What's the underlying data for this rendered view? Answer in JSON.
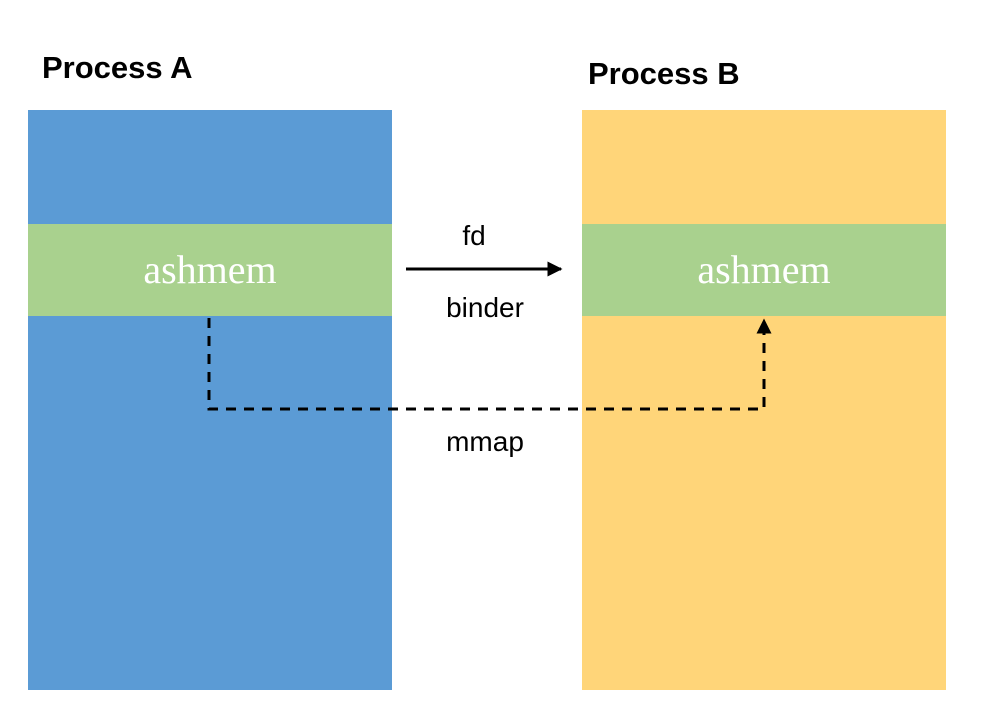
{
  "process_a": {
    "title": "Process A",
    "region_label": "ashmem",
    "color": "#5b9bd5",
    "region_color": "#a9d18e"
  },
  "process_b": {
    "title": "Process B",
    "region_label": "ashmem",
    "color": "#ffd579",
    "region_color": "#a9d18e"
  },
  "edges": {
    "fd_binder": {
      "label_top": "fd",
      "label_bottom": "binder",
      "style": "solid-arrow"
    },
    "mmap": {
      "label": "mmap",
      "style": "dashed-arrow"
    }
  }
}
